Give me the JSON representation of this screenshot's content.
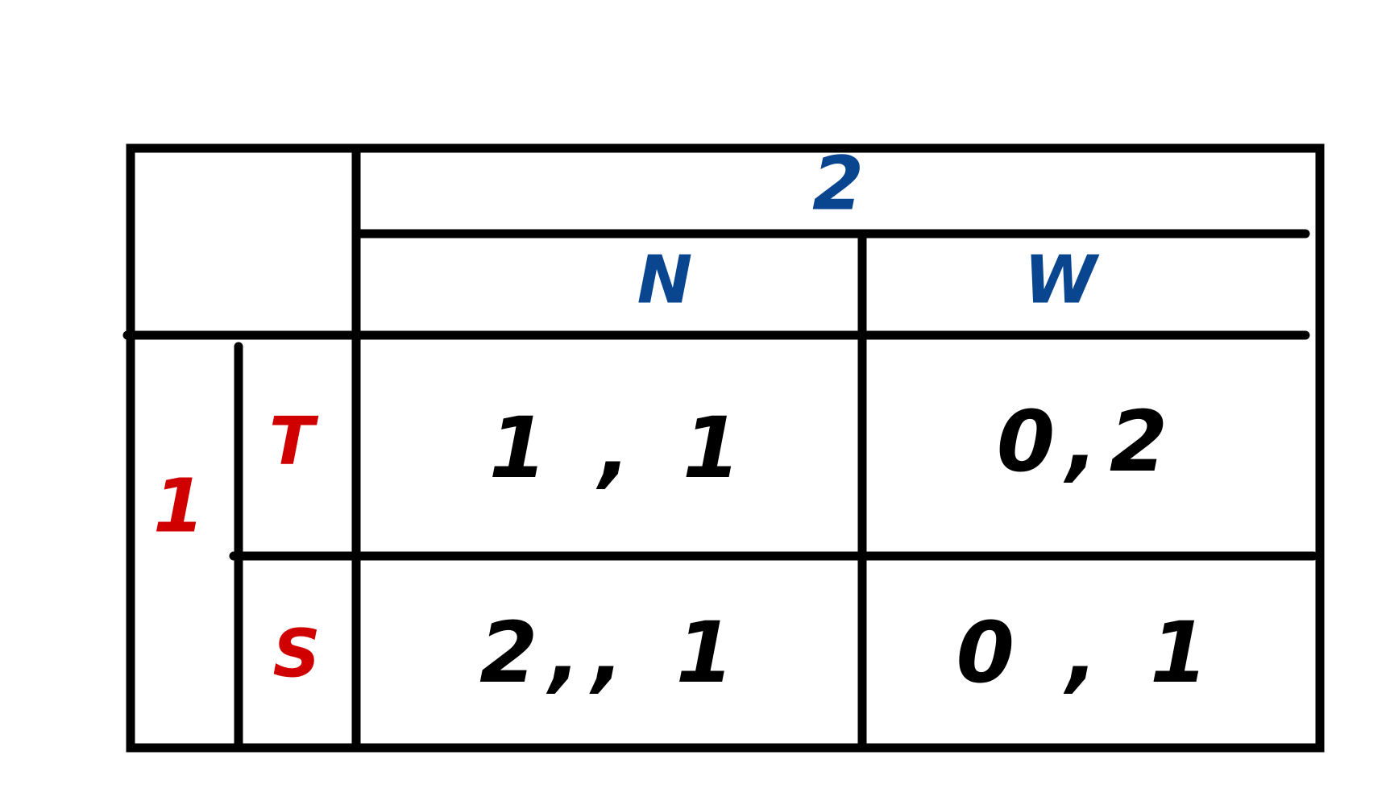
{
  "colors": {
    "ink": "#000000",
    "row_player": "#d10000",
    "column_player": "#0a4690",
    "background": "#ffffff"
  },
  "game": {
    "column_player": {
      "label": "2",
      "strategies": [
        "N",
        "W"
      ]
    },
    "row_player": {
      "label": "1",
      "strategies": [
        "T",
        "S"
      ]
    },
    "payoffs": [
      [
        "1 , 1",
        "0,2"
      ],
      [
        "2,, 1",
        "0 , 1"
      ]
    ]
  }
}
